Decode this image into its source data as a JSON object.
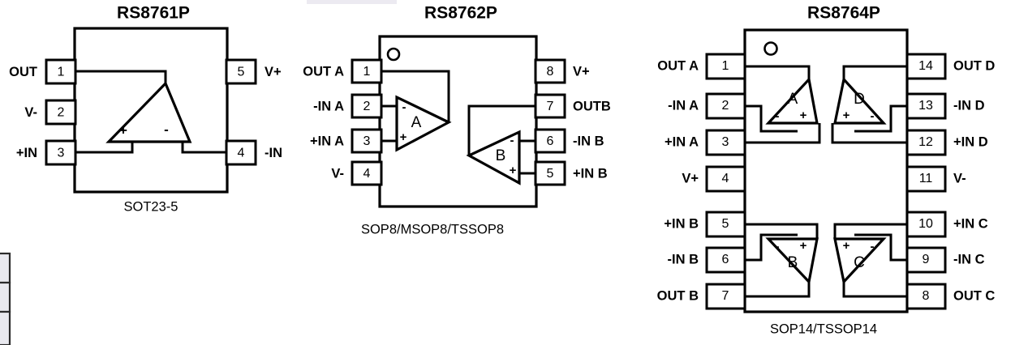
{
  "page": {
    "background": "#ffffff",
    "line_color": "#000000",
    "description": "Operational amplifier package pinout diagrams"
  },
  "packages": [
    {
      "id": "rs8761p",
      "title": "RS8761P",
      "package_name": "SOT23-5",
      "pin_count": 5,
      "amplifier_count": 1,
      "has_pin1_marker": false,
      "left_pins": [
        {
          "number": "1",
          "label": "OUT"
        },
        {
          "number": "2",
          "label": "V-"
        },
        {
          "number": "3",
          "label": "+IN"
        }
      ],
      "right_pins": [
        {
          "number": "5",
          "label": "V+"
        },
        {
          "number": "4",
          "label": "-IN"
        }
      ],
      "amplifiers": [
        {
          "name": "",
          "inverting_sign": "-",
          "noninverting_sign": "+",
          "orientation": "up"
        }
      ]
    },
    {
      "id": "rs8762p",
      "title": "RS8762P",
      "package_name": "SOP8/MSOP8/TSSOP8",
      "pin_count": 8,
      "amplifier_count": 2,
      "has_pin1_marker": true,
      "left_pins": [
        {
          "number": "1",
          "label": "OUT A"
        },
        {
          "number": "2",
          "label": "-IN A"
        },
        {
          "number": "3",
          "label": "+IN A"
        },
        {
          "number": "4",
          "label": "V-"
        }
      ],
      "right_pins": [
        {
          "number": "8",
          "label": "V+"
        },
        {
          "number": "7",
          "label": "OUTB"
        },
        {
          "number": "6",
          "label": "-IN B"
        },
        {
          "number": "5",
          "label": "+IN B"
        }
      ],
      "amplifiers": [
        {
          "name": "A",
          "inverting_sign": "-",
          "noninverting_sign": "+",
          "orientation": "right"
        },
        {
          "name": "B",
          "inverting_sign": "-",
          "noninverting_sign": "+",
          "orientation": "left"
        }
      ]
    },
    {
      "id": "rs8764p",
      "title": "RS8764P",
      "package_name": "SOP14/TSSOP14",
      "pin_count": 14,
      "amplifier_count": 4,
      "has_pin1_marker": true,
      "left_pins": [
        {
          "number": "1",
          "label": "OUT A"
        },
        {
          "number": "2",
          "label": "-IN A"
        },
        {
          "number": "3",
          "label": "+IN A"
        },
        {
          "number": "4",
          "label": "V+"
        },
        {
          "number": "5",
          "label": "+IN B"
        },
        {
          "number": "6",
          "label": "-IN B"
        },
        {
          "number": "7",
          "label": "OUT B"
        }
      ],
      "right_pins": [
        {
          "number": "14",
          "label": "OUT D"
        },
        {
          "number": "13",
          "label": "-IN D"
        },
        {
          "number": "12",
          "label": "+IN D"
        },
        {
          "number": "11",
          "label": "V-"
        },
        {
          "number": "10",
          "label": "+IN C"
        },
        {
          "number": "9",
          "label": "-IN C"
        },
        {
          "number": "8",
          "label": "OUT C"
        }
      ],
      "amplifiers": [
        {
          "name": "A",
          "inverting_sign": "-",
          "noninverting_sign": "+",
          "orientation": "up"
        },
        {
          "name": "D",
          "inverting_sign": "-",
          "noninverting_sign": "+",
          "orientation": "up"
        },
        {
          "name": "B",
          "inverting_sign": "-",
          "noninverting_sign": "+",
          "orientation": "down"
        },
        {
          "name": "C",
          "inverting_sign": "-",
          "noninverting_sign": "+",
          "orientation": "down"
        }
      ]
    }
  ],
  "pin1_marker": {
    "glyph": "O",
    "shape": "open-circle"
  }
}
